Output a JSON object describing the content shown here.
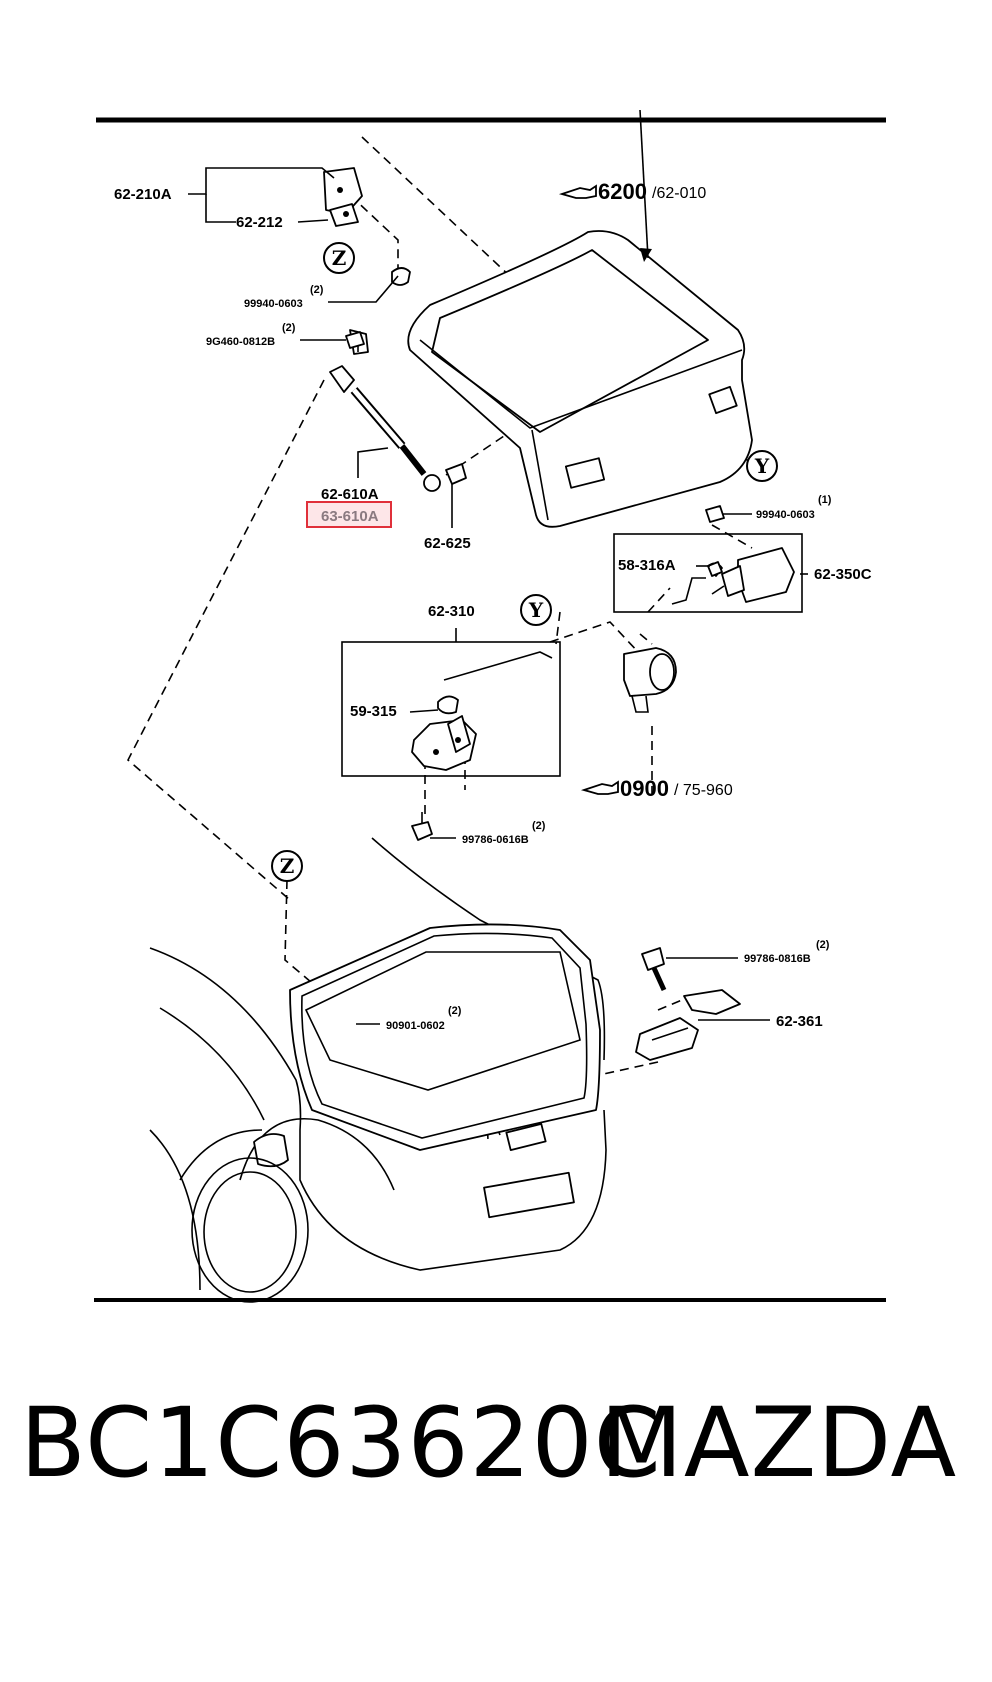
{
  "diagram": {
    "labels": {
      "p_62_210A": "62-210A",
      "p_62_212": "62-212",
      "p_99940_0603_top": "99940-0603",
      "q_99940_0603_top": "(2)",
      "p_9G460": "9G460-0812B",
      "q_9G460": "(2)",
      "p_62_610A": "62-610A",
      "p_63_610A": "63-610A",
      "p_62_625": "62-625",
      "ref_6200": "6200",
      "ref_6200_page": "/62-010",
      "p_99940_0603_right": "99940-0603",
      "q_99940_0603_right": "(1)",
      "p_58_316A": "58-316A",
      "p_62_350C": "62-350C",
      "p_62_310": "62-310",
      "p_59_315": "59-315",
      "ref_0900": "0900",
      "ref_0900_page": "/ 75-960",
      "p_99786_0616B": "99786-0616B",
      "q_99786_0616B": "(2)",
      "p_99786_0816B": "99786-0816B",
      "q_99786_0816B": "(2)",
      "p_90901_0602": "90901-0602",
      "q_90901_0602": "(2)",
      "p_62_361": "62-361",
      "callout_Z": "Z",
      "callout_Y": "Y"
    },
    "highlight_color": "#e0303a"
  },
  "footer": {
    "part_number": "BC1C63620C",
    "brand": "MAZDA"
  }
}
